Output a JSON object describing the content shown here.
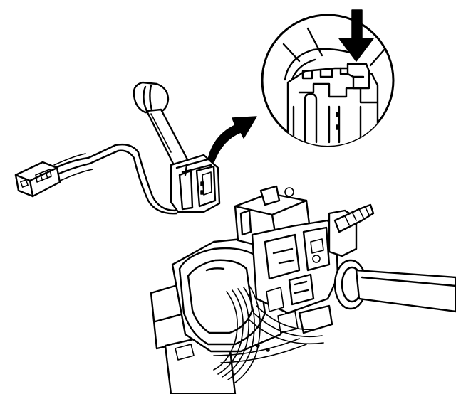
{
  "figure": {
    "kind": "technical-line-illustration",
    "parts": [
      "switch-lever",
      "lever-connector",
      "wire-harness",
      "harness-plug",
      "curved-arrow",
      "detail-magnifier",
      "locking-tab",
      "push-arrow",
      "steering-column"
    ],
    "colors": {
      "line": "#000000",
      "background": "#ffffff"
    }
  }
}
